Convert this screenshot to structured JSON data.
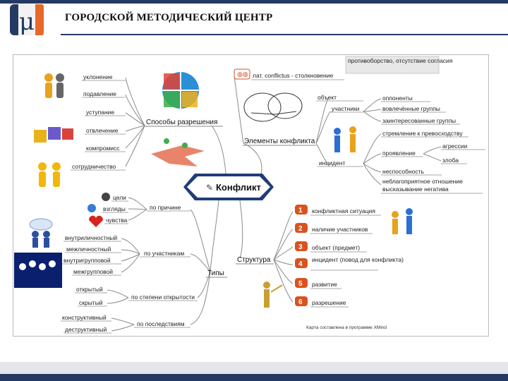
{
  "header": {
    "title": "ГОРОДСКОЙ МЕТОДИЧЕСКИЙ ЦЕНТР",
    "logo_letter": "μ",
    "brand_color": "#243a63",
    "accent_color": "#e8682a"
  },
  "mindmap": {
    "center": "Конфликт",
    "branches": {
      "methods": {
        "label": "Способы разрешения",
        "items": [
          "уклонение",
          "подавление",
          "уступание",
          "отвлечение",
          "компромисс",
          "сотрудничество"
        ]
      },
      "elements": {
        "label": "Элементы конфликта",
        "etymology": "лат. conflictus - столкновение",
        "definition": "противоборство, отсутствие согласия",
        "object": "объект",
        "participants": "участники",
        "participants_items": [
          "оппоненты",
          "вовлечённые группы",
          "заинтересованные группы"
        ],
        "incident": "инцидент",
        "incident_items": [
          "стремление к превосходству",
          "проявление",
          "неспособность",
          "высказывание негатива",
          "неблагоприятное отношение"
        ],
        "manifestation_items": [
          "агрессии",
          "злоба"
        ]
      },
      "types": {
        "label": "Типы",
        "by_needs": "по причине",
        "needs_items": [
          "цели",
          "взгляды",
          "чувства"
        ],
        "by_participants": "по участникам",
        "participants_items": [
          "внутриличностный",
          "межличностный",
          "внутригрупповой",
          "межгрупповой"
        ],
        "by_openness": "по степени открытости",
        "openness_items": [
          "открытый",
          "скрытый"
        ],
        "by_consequences": "по последствиям",
        "consequences_items": [
          "конструктивный",
          "деструктивный"
        ]
      },
      "structure": {
        "label": "Структура",
        "steps": [
          {
            "n": "1",
            "text": "конфликтная ситуация"
          },
          {
            "n": "2",
            "text": "наличие участников"
          },
          {
            "n": "3",
            "text": "объект (предмет)"
          },
          {
            "n": "4",
            "text": "инцидент (повод для конфликта)"
          },
          {
            "n": "5",
            "text": "развитие"
          },
          {
            "n": "6",
            "text": "разрешение"
          }
        ]
      }
    },
    "credit": "Карта составлена в программе XMind"
  }
}
